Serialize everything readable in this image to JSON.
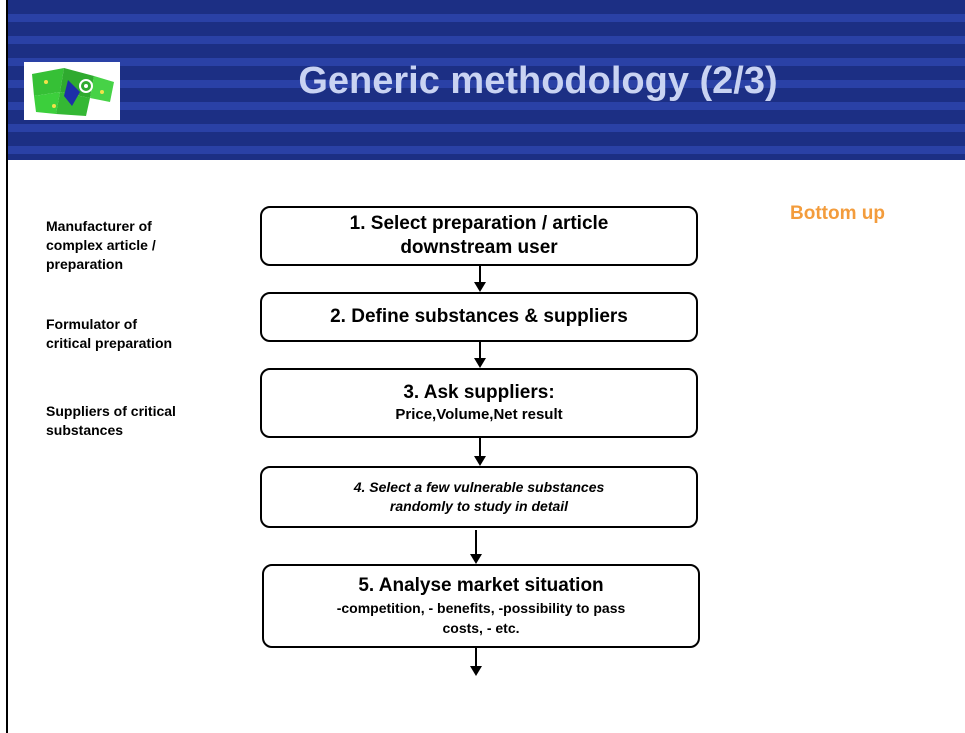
{
  "slide": {
    "title": "Generic methodology (2/3)",
    "corner_label": "Bottom up",
    "accent_color": "#f39c3c",
    "header_color": "#1c2f84"
  },
  "left_labels": [
    "Manufacturer of\ncomplex article /\npreparation",
    "Formulator of\ncritical preparation",
    "Suppliers of critical\nsubstances"
  ],
  "steps": [
    {
      "line1": "1. Select preparation / article",
      "line2": "downstream user"
    },
    {
      "line1": "2. Define substances & suppliers"
    },
    {
      "line1": "3. Ask suppliers:",
      "line2": "Price,Volume,Net result"
    },
    {
      "line1": "4. Select a few vulnerable substances",
      "line2": "randomly to study in detail"
    },
    {
      "line1": "5. Analyse market situation",
      "line2": "-competition, - benefits, -possibility to pass",
      "line3": "costs, - etc."
    }
  ]
}
